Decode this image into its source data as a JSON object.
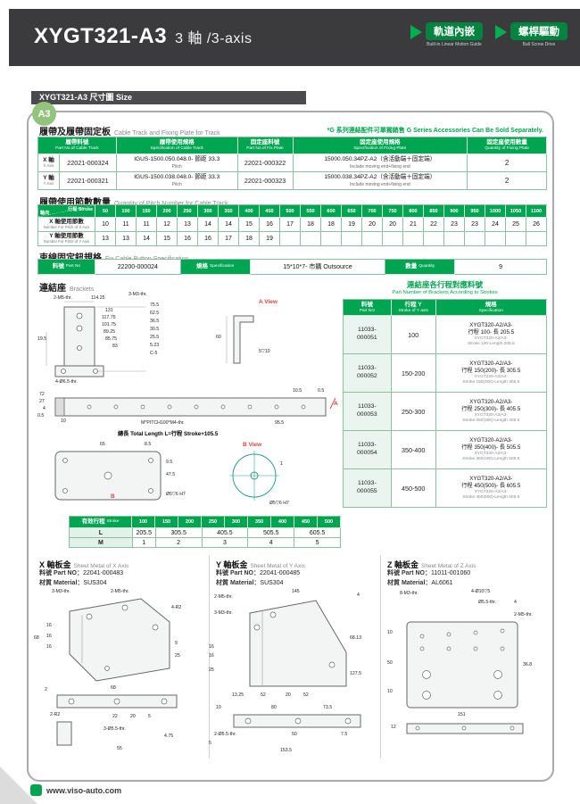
{
  "colors": {
    "green": "#00A551",
    "dark_green": "#00843F",
    "header_dark": "#3B3B3D",
    "light_green_bg": "#E3F2E9",
    "accent_red": "#E0453A"
  },
  "header": {
    "title": "XYGT321-A3",
    "subtitle": "3 軸 /3-axis",
    "badges": [
      {
        "zh": "軌道內嵌",
        "en": "Built-in Linear Motion Guide"
      },
      {
        "zh": "螺桿驅動",
        "en": "Ball Screw Drive"
      }
    ]
  },
  "section_bar": "XYGT321-A3 尺寸圖 Size",
  "corner_badge": "A3",
  "cable_track": {
    "title_zh": "履帶及履帶固定板",
    "title_en": "Cable Track and Fixing Plate for Track",
    "note": "*G 系列連結配件可單獨銷售 G Series Accessories Can Be Sold Separately.",
    "headers": {
      "col1_zh": "履帶料號",
      "col1_en": "Part No.of Cable Track",
      "col2_zh": "履帶使用規格",
      "col2_en": "Specification of Cable Track",
      "col3_zh": "固定座料號",
      "col3_en": "Part No.of Fix Plate",
      "col4_zh": "固定座使用規格",
      "col4_en": "Specification of Fixing Plate",
      "col5_zh": "固定座使用數量",
      "col5_en": "Quantity of Fixing Plate"
    },
    "rows": [
      {
        "axis_zh": "X 軸",
        "axis_en": "X Axis",
        "part_no": "22021-000324",
        "spec": "IGUS-1500.050.048.0- 節距 33.3",
        "spec_sub": "Pitch",
        "fix_part_no": "22021-000322",
        "fix_spec": "15000.050.34PZ-A2（含活動端＋固定端）",
        "fix_spec_sub": "Include moving end+fixing end",
        "qty": "2"
      },
      {
        "axis_zh": "Y 軸",
        "axis_en": "Y Axis",
        "part_no": "22021-000321",
        "spec": "IGUS-1500.038.048.0- 節距 33.3",
        "spec_sub": "Pitch",
        "fix_part_no": "22021-000323",
        "fix_spec": "15000.038.34PZ-A2（含活動端＋固定端）",
        "fix_spec_sub": "Include moving end+fixing end",
        "qty": "2"
      }
    ]
  },
  "pitch_table": {
    "title_zh": "履帶使用節數數量",
    "title_en": "Quantity of Pitch Number for Cable Track",
    "corner_top": "行程 Stroke",
    "corner_bottom": "軸向",
    "strokes": [
      "50",
      "100",
      "150",
      "200",
      "250",
      "300",
      "350",
      "400",
      "450",
      "500",
      "550",
      "600",
      "650",
      "700",
      "750",
      "800",
      "850",
      "900",
      "950",
      "1000",
      "1050",
      "1100"
    ],
    "x_label_zh": "X 軸使用節數",
    "x_label_en": "Number For Pitch of X Axis",
    "x_values": [
      "10",
      "11",
      "11",
      "12",
      "13",
      "14",
      "14",
      "15",
      "16",
      "17",
      "18",
      "18",
      "19",
      "20",
      "20",
      "21",
      "22",
      "23",
      "23",
      "24",
      "25",
      "26"
    ],
    "y_label_zh": "Y 軸使用節數",
    "y_label_en": "Number For Pitch of Y Axis",
    "y_values": [
      "13",
      "13",
      "14",
      "15",
      "16",
      "16",
      "17",
      "18",
      "19",
      "",
      "",
      "",
      "",
      "",
      "",
      "",
      "",
      "",
      "",
      "",
      "",
      ""
    ]
  },
  "fix_button": {
    "title_zh": "束線固定鈕規格",
    "title_en": "Fix Cable Button Specification",
    "part_label_zh": "料號",
    "part_label_en": "Part No",
    "part_no": "22200-000024",
    "spec_label_zh": "規格",
    "spec_label_en": "Specification",
    "spec": "15*10*7- 市購 Outsource",
    "qty_label_zh": "數量",
    "qty_label_en": "Quantity",
    "qty": "9"
  },
  "brackets": {
    "title_zh": "連結座",
    "title_en": "Brackets",
    "table_title_zh": "連結座各行程對應料號",
    "table_title_en": "Part Number of Brackets According to Strokes",
    "headers": {
      "part_zh": "料號",
      "part_en": "Part NO",
      "stroke_zh": "行程 Y",
      "stroke_en": "Stroke of Y axis",
      "spec_zh": "規格",
      "spec_en": "Specification"
    },
    "rows": [
      {
        "part_l1": "11033-",
        "part_l2": "000051",
        "stroke": "100",
        "spec_l1": "XYGT320-A2/A3-",
        "spec_l2": "行程 100- 長 205.5",
        "spec_l3": "XYGT320-A2/A3-",
        "spec_l4": "Stroke 100-Length 205.5"
      },
      {
        "part_l1": "11033-",
        "part_l2": "000052",
        "stroke": "150-200",
        "spec_l1": "XYGT320-A2/A3-",
        "spec_l2": "行程 150(200)- 長 305.5",
        "spec_l3": "XYGT320-A2/A3-",
        "spec_l4": "Stroke 150(200)-Length 305.5"
      },
      {
        "part_l1": "11033-",
        "part_l2": "000053",
        "stroke": "250-300",
        "spec_l1": "XYGT320-A2/A3-",
        "spec_l2": "行程 250(300)- 長 405.5",
        "spec_l3": "XYGT320-A2/A3-",
        "spec_l4": "Stroke 250(300)-Length 405.5"
      },
      {
        "part_l1": "11033-",
        "part_l2": "000054",
        "stroke": "350-400",
        "spec_l1": "XYGT320-A2/A3-",
        "spec_l2": "行程 350(400)- 長 505.5",
        "spec_l3": "XYGT320-A2/A3-",
        "spec_l4": "Stroke 350(400)-Length 505.5"
      },
      {
        "part_l1": "11033-",
        "part_l2": "000055",
        "stroke": "450-500",
        "spec_l1": "XYGT320-A2/A3-",
        "spec_l2": "行程 450(500)- 長 605.5",
        "spec_l3": "XYGT320-A2/A3-",
        "spec_l4": "Stroke 450(500)-Length 605.5"
      }
    ],
    "drawing_labels": [
      "2-M5-thr.",
      "114.25",
      "3-M3-thr.",
      "19.5",
      "131",
      "117.75",
      "101.75",
      "89.25",
      "85.75",
      "83",
      "75.5",
      "62.5",
      "36.5",
      "30.5",
      "25.5",
      "5.23",
      "C-5",
      "4-Ø6.5-thr.",
      "A View",
      "60",
      "5▽10",
      "72",
      "27",
      "4",
      "0.5",
      "10.5",
      "0.5",
      "A",
      "10",
      "M*PITCH100*M4-thr.",
      "95.5",
      "總長 Total Length L=行程 Stroke+105.5",
      "65",
      "8.5",
      "9.5",
      "47.5",
      "Ø5▽6 H7",
      "B",
      "B View",
      "Ø5▽6 H7",
      "1"
    ]
  },
  "stroke_table": {
    "header_zh": "有效行程",
    "header_en": "Stroke",
    "strokes": [
      "100",
      "150",
      "200",
      "250",
      "300",
      "350",
      "400",
      "450",
      "500"
    ],
    "l_label": "L",
    "l_values": [
      "205.5",
      "305.5",
      "405.5",
      "505.5",
      "605.5"
    ],
    "m_label": "M",
    "m_values": [
      "1",
      "2",
      "3",
      "4",
      "5"
    ]
  },
  "sheet_labels": {
    "part": "料號 Part NO：",
    "material": "材質 Material："
  },
  "sheet_metal": [
    {
      "title_zh": "X 軸板金",
      "title_en": "Sheet Metal of X Axis",
      "part_no": "22041-000483",
      "material": "SUS304",
      "labels": [
        "3-M3-thr.",
        "2-M5-thr.",
        "4-R2",
        "68",
        "16",
        "16",
        "16",
        "9",
        "25",
        "2",
        "68",
        "2-R2",
        "22",
        "20",
        "5",
        "3-Ø5.5-thr.",
        "4.75",
        "55"
      ]
    },
    {
      "title_zh": "Y 軸板金",
      "title_en": "Sheet Metal of Y Axis",
      "part_no": "22041-000485",
      "material": "SUS304",
      "labels": [
        "2-M5-thr.",
        "3-M3-thr.",
        "145",
        "4",
        "68.13",
        "127.5",
        "16",
        "16",
        "25",
        "13.25",
        "52",
        "20",
        "52",
        "10",
        "80",
        "73.5",
        "2-Ø5.5-thr.",
        "50",
        "7.5",
        "5",
        "153.5"
      ]
    },
    {
      "title_zh": "Z 軸板金",
      "title_en": "Sheet Metal of Z Axis",
      "part_no": "11011-001060",
      "material": "AL6061",
      "labels": [
        "8-M3-thr.",
        "4-Ø10▽5",
        "Ø5.5-thr.",
        "2-M5-thr.",
        "10",
        "50",
        "10",
        "36.8",
        "151",
        "12",
        "4"
      ]
    }
  ],
  "footer": {
    "url": "www.viso-auto.com"
  }
}
